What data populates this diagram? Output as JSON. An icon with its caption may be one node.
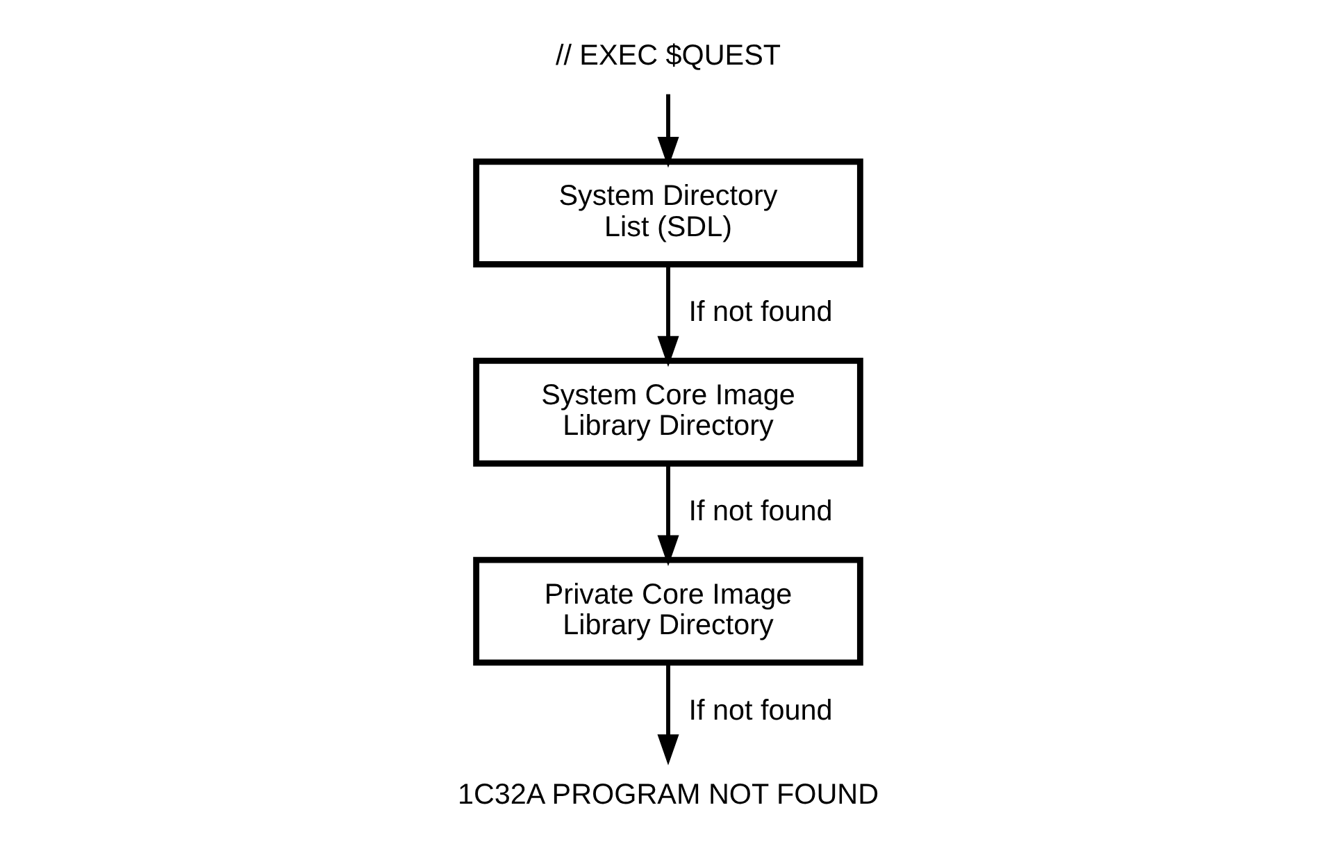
{
  "diagram": {
    "nodes": [
      {
        "text": [
          "// EXEC $QUEST"
        ]
      },
      {
        "text": [
          "System Directory List (SDL)"
        ]
      },
      {
        "text": [
          "System Core Image Library Directory"
        ]
      },
      {
        "text": [
          "Private Core Image Library Directory"
        ]
      },
      {
        "text": [
          "1C32A PROGRAM NOT FOUND"
        ]
      }
    ],
    "edges": [
      {
        "from": 0,
        "to": 1,
        "arrow": "to"
      },
      {
        "from": 1,
        "to": 2,
        "arrow": "to",
        "label": "If not found"
      },
      {
        "from": 2,
        "to": 3,
        "arrow": "to",
        "label": "If not found"
      },
      {
        "from": 3,
        "to": 4,
        "arrow": "to",
        "label": "If not found"
      }
    ]
  }
}
